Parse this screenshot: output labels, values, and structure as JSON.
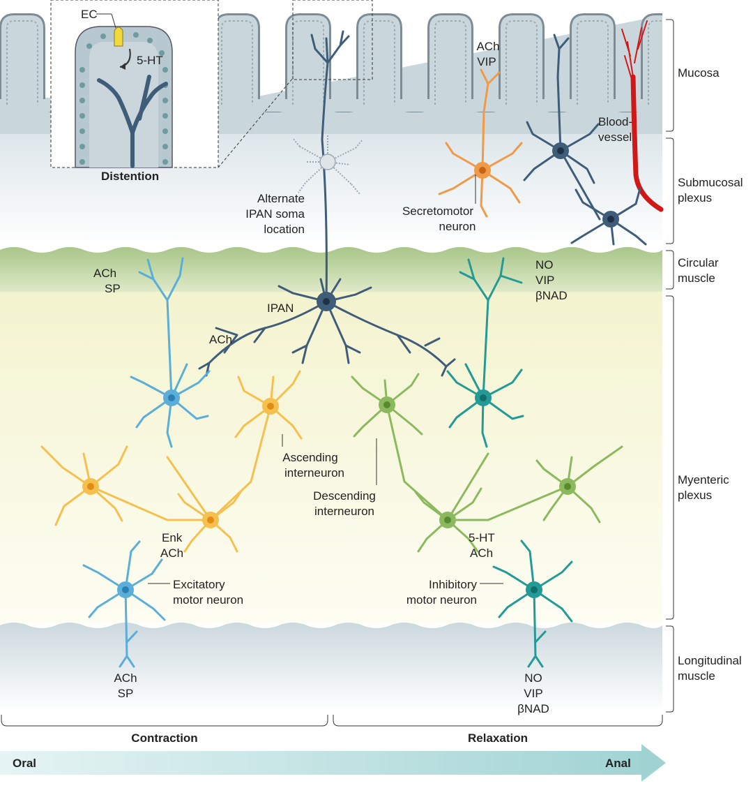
{
  "inset": {
    "ec": "EC",
    "serotonin": "5-HT",
    "caption": "Distention"
  },
  "layers": {
    "mucosa": "Mucosa",
    "submucosal": [
      "Submucosal",
      "plexus"
    ],
    "circular": [
      "Circular",
      "muscle"
    ],
    "myenteric": [
      "Myenteric",
      "plexus"
    ],
    "longitudinal": [
      "Longitudinal",
      "muscle"
    ]
  },
  "labels": {
    "blood_vessel": [
      "Blood-",
      "vessel"
    ],
    "alt_ipan": [
      "Alternate",
      "IPAN soma",
      "location"
    ],
    "secretomotor": [
      "Secretomotor",
      "neuron"
    ],
    "secretomotor_tx": [
      "ACh",
      "VIP"
    ],
    "ipan": "IPAN",
    "ipan_tx": "ACh",
    "circ_exc_tx": [
      "ACh",
      "SP"
    ],
    "circ_inh_tx": [
      "NO",
      "VIP",
      "βNAD"
    ],
    "ascending": [
      "Ascending",
      "interneuron"
    ],
    "descending": [
      "Descending",
      "interneuron"
    ],
    "asc_tx": [
      "Enk",
      "ACh"
    ],
    "desc_tx": [
      "5-HT",
      "ACh"
    ],
    "excitatory": [
      "Excitatory",
      "motor neuron"
    ],
    "inhibitory": [
      "Inhibitory",
      "motor neuron"
    ],
    "long_exc_tx": [
      "ACh",
      "SP"
    ],
    "long_inh_tx": [
      "NO",
      "VIP",
      "βNAD"
    ]
  },
  "bottom": {
    "contraction": "Contraction",
    "relaxation": "Relaxation",
    "oral": "Oral",
    "anal": "Anal"
  },
  "colors": {
    "mucosa": "#c9d6dc",
    "circular_muscle": "#bcd3a0",
    "myenteric": "#f7f5d8",
    "ipan": "#3f5c78",
    "excitatory": "#5aaed8",
    "ascending": "#f5c04e",
    "descending": "#8cb85e",
    "inhibitory": "#239a95",
    "secretomotor": "#ef9a48",
    "blood_vessel": "#d01818",
    "arrow": "#a8d6d6"
  }
}
